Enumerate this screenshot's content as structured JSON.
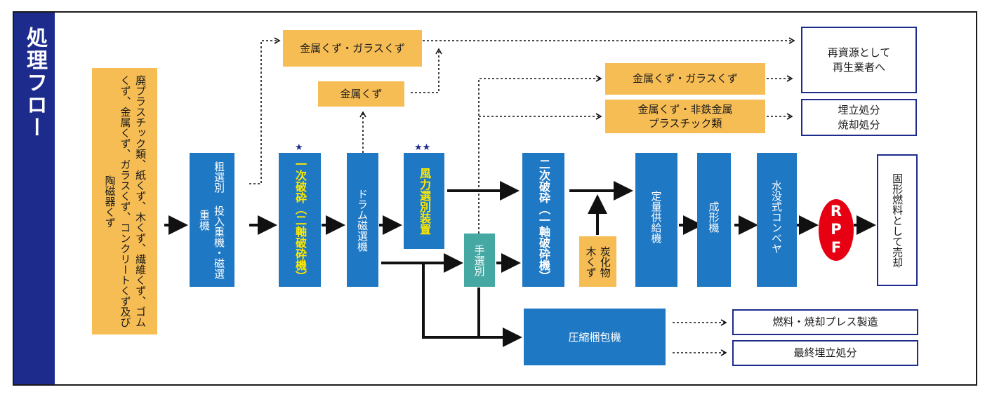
{
  "side_title": "処理フロー",
  "stars": {
    "one": "★",
    "two": "★★"
  },
  "input_materials": "廃プラスチック類、紙くず、木くず、繊維くず、ゴムくず、金属くず、ガラスくず、コンクリートくず及び陶磁器くず",
  "process": {
    "step1": "粗選別 投入重機・磁選重機",
    "step2": "一次破砕（二軸破砕機）",
    "step3": "ドラム磁選機",
    "step4": "風力選別装置",
    "step5": "二次破砕（一軸破砕機）",
    "step6": "定量供給機",
    "step7": "成形機",
    "step8": "水没式コンベヤ",
    "rpf": "RPF",
    "final": "固形燃料として売却"
  },
  "hand_sort": "手選別",
  "charcoal": "炭化物 木くず",
  "compressor": "圧縮梱包機",
  "byproducts": {
    "metal_glass_1": "金属くず・ガラスくず",
    "metal": "金属くず",
    "metal_glass_2": "金属くず・ガラスくず",
    "metal_nonferrous_line1": "金属くず・非鉄金属",
    "metal_nonferrous_line2": "プラスチック類"
  },
  "outputs": {
    "recycle_line1": "再資源として",
    "recycle_line2": "再生業者へ",
    "landfill_line1": "埋立処分",
    "landfill_line2": "焼却処分",
    "fuel_press": "燃料・焼却プレス製造",
    "final_landfill": "最終埋立処分"
  },
  "colors": {
    "navy": "#1d2c8c",
    "blue": "#1e78c4",
    "orange": "#f7bd55",
    "teal": "#46a8a3",
    "red": "#e60012",
    "yellow": "#ffe800"
  }
}
